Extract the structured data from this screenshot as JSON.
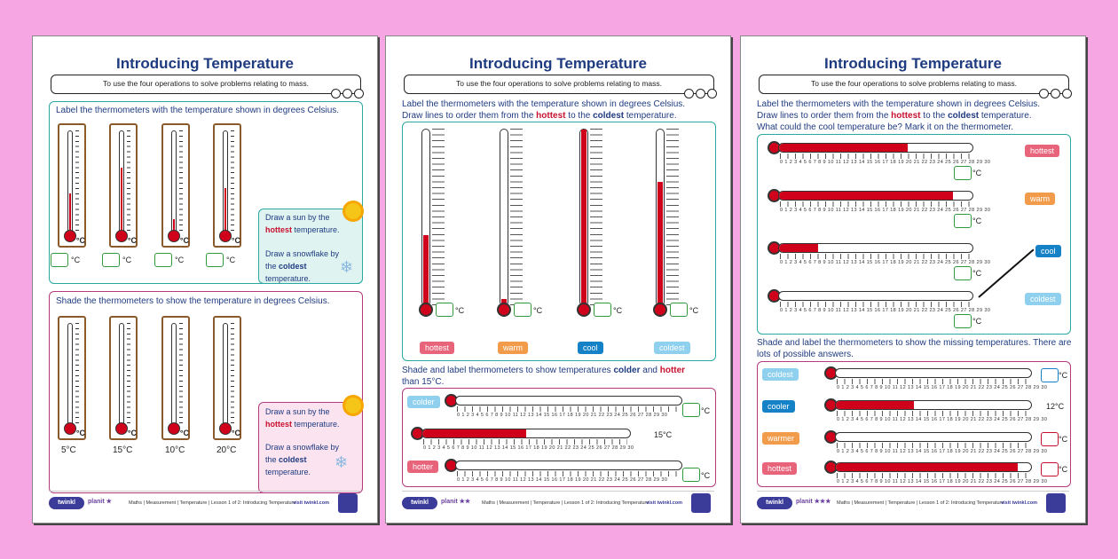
{
  "title": "Introducing Temperature",
  "objective": "To use the four operations to solve problems relating to mass.",
  "colors": {
    "background": "#f6a7e3",
    "title": "#1f3b80",
    "hot": "#c8102e",
    "teal": "#2aa8a2",
    "purple": "#b53a7f"
  },
  "page1": {
    "q1": "Label the thermometers with the temperature shown in degrees Celsius.",
    "q1_fill_levels": [
      8,
      13,
      3,
      9
    ],
    "q2": "Shade the thermometers to show the temperature in degrees Celsius.",
    "q2_labels": [
      "5°C",
      "15°C",
      "10°C",
      "20°C"
    ],
    "sun_pre": "Draw a sun by the",
    "hottest": "hottest",
    "sun_post": "temperature.",
    "snow_pre": "Draw a snowflake by the",
    "coldest": "coldest",
    "snow_post": "temperature.",
    "deg": "°C"
  },
  "page2": {
    "q1a": "Label the thermometers with the temperature shown in degrees Celsius.",
    "q1b_pre": "Draw lines to order them from the",
    "q1b_mid": "to the",
    "q1b_post": "temperature.",
    "hottest": "hottest",
    "coldest": "coldest",
    "fill_levels": [
      12,
      1,
      30,
      21
    ],
    "tags": [
      "hottest",
      "warm",
      "cool",
      "coldest"
    ],
    "q2_pre": "Shade and label thermometers to show temperatures",
    "q2_colder": "colder",
    "q2_and": "and",
    "q2_hotter": "hotter",
    "q2_post": "than 15°C.",
    "h_tags": [
      "colder",
      "",
      "hotter"
    ],
    "h_fill": [
      0,
      15,
      0
    ],
    "mid_label": "15°C",
    "scale": "0 1 2 3 4 5 6 7 8 9 10 11 12 13 14 15 16 17 18 19 20 21 22 23 24 25 26 27 28 29 30"
  },
  "page3": {
    "q1a": "Label the thermometers with the temperature shown in degrees Celsius.",
    "q1b_pre": "Draw lines to order them from the",
    "q1b_mid": "to the",
    "q1b_post": "temperature.",
    "q1c": "What could the cool temperature be? Mark it on the thermometer.",
    "hottest": "hottest",
    "coldest": "coldest",
    "fill_levels": [
      20,
      27,
      6,
      0
    ],
    "tags": [
      "hottest",
      "warm",
      "cool",
      "coldest"
    ],
    "q2": "Shade and label the thermometers to show the missing temperatures. There are lots of possible answers.",
    "h_tags": [
      "coldest",
      "cooler",
      "warmer",
      "hottest"
    ],
    "h_fill": [
      0,
      12,
      0,
      28
    ],
    "mid_label": "12°C",
    "scale": "0 1 2 3 4 5 6 7 8 9 10 11 12 13 14 15 16 17 18 19 20 21 22 23 24 25 26 27 28 29 30"
  },
  "footer": {
    "logo": "twinkl",
    "plan": "planit",
    "stars": [
      "★",
      "★★",
      "★★★"
    ],
    "middle": "Maths | Measurement | Temperature | Lesson 1 of 2: Introducing Temperature",
    "site": "visit twinkl.com"
  }
}
